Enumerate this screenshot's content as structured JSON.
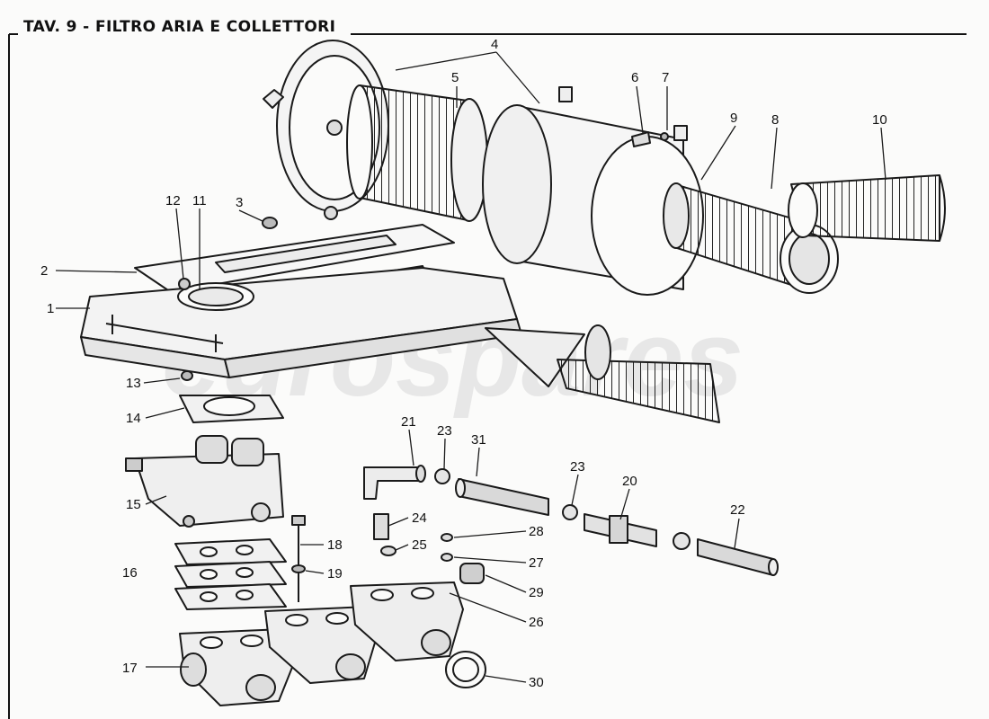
{
  "title": "TAV. 9 - FILTRO ARIA E COLLETTORI",
  "watermark": "eurospares",
  "callouts": [
    "1",
    "2",
    "3",
    "4",
    "5",
    "6",
    "7",
    "8",
    "9",
    "10",
    "11",
    "12",
    "13",
    "14",
    "15",
    "16",
    "17",
    "18",
    "19",
    "20",
    "21",
    "22",
    "23",
    "24",
    "25",
    "26",
    "27",
    "28",
    "29",
    "30",
    "31"
  ],
  "colors": {
    "ink": "#1a1a1a",
    "paper": "#fbfbfa",
    "watermark": "#d8d8d8"
  }
}
